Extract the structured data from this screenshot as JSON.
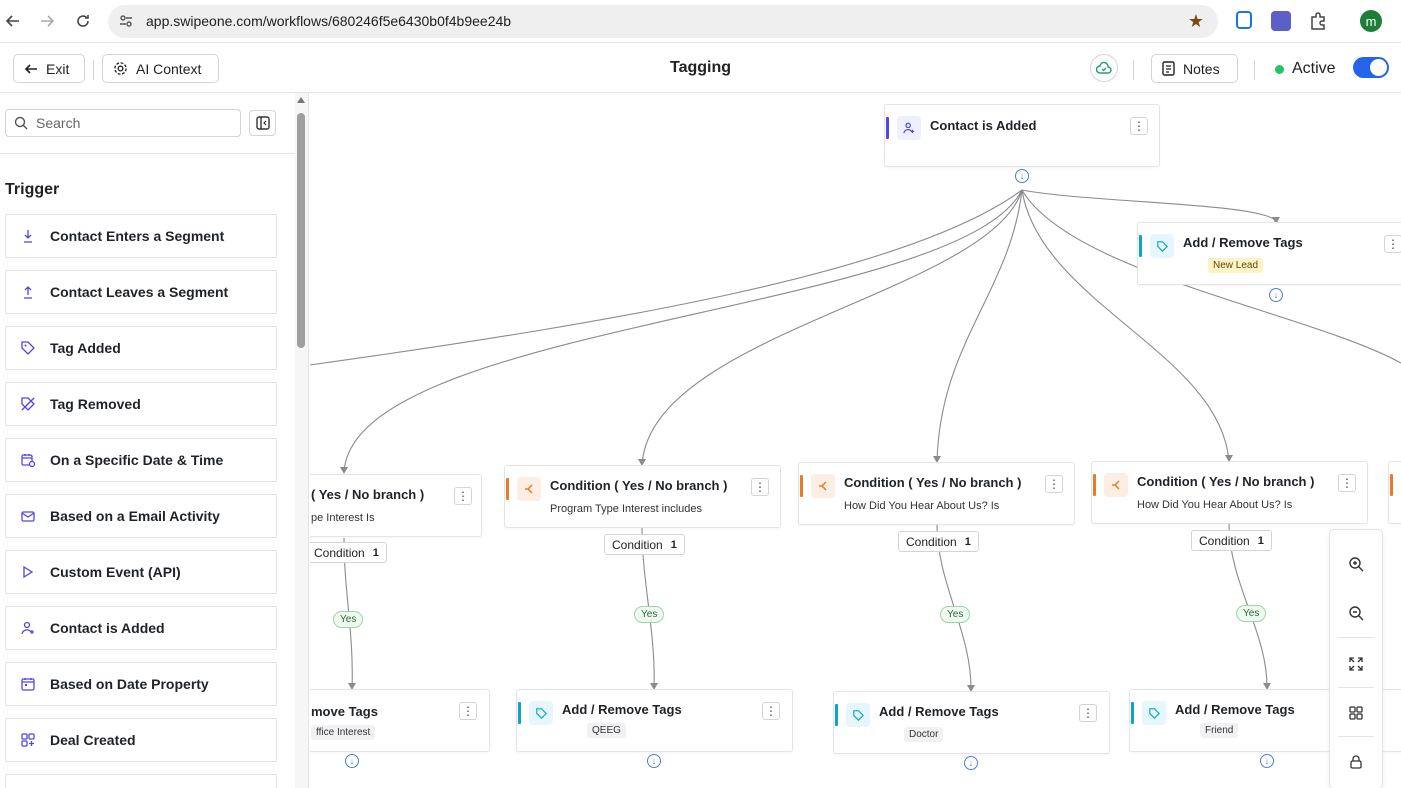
{
  "browser": {
    "url": "app.swipeone.com/workflows/680246f5e6430b0f4b9ee24b",
    "profile_initial": "m"
  },
  "header": {
    "exit_label": "Exit",
    "ai_context_label": "AI Context",
    "title": "Tagging",
    "notes_label": "Notes",
    "status_label": "Active",
    "active_on": true
  },
  "sidebar": {
    "search_placeholder": "Search",
    "section_title": "Trigger",
    "items": [
      {
        "label": "Contact Enters a Segment",
        "icon": "segment-enter-icon"
      },
      {
        "label": "Contact Leaves a Segment",
        "icon": "segment-leave-icon"
      },
      {
        "label": "Tag Added",
        "icon": "tag-icon"
      },
      {
        "label": "Tag Removed",
        "icon": "tag-off-icon"
      },
      {
        "label": "On a Specific Date & Time",
        "icon": "calendar-clock-icon"
      },
      {
        "label": "Based on a Email Activity",
        "icon": "mail-icon"
      },
      {
        "label": "Custom Event (API)",
        "icon": "play-icon"
      },
      {
        "label": "Contact is Added",
        "icon": "user-plus-icon"
      },
      {
        "label": "Based on Date Property",
        "icon": "calendar-icon"
      },
      {
        "label": "Deal Created",
        "icon": "grid-plus-icon"
      }
    ]
  },
  "canvas": {
    "trigger_node": {
      "title": "Contact is Added"
    },
    "top_action": {
      "title": "Add / Remove Tags",
      "tag": "New Lead"
    },
    "conditions": [
      {
        "title": "( Yes / No branch )",
        "subtitle": "pe Interest Is",
        "pill": "Condition",
        "count": "1",
        "yes": "Yes"
      },
      {
        "title": "Condition ( Yes / No branch )",
        "subtitle": "Program Type Interest includes",
        "pill": "Condition",
        "count": "1",
        "yes": "Yes"
      },
      {
        "title": "Condition ( Yes / No branch )",
        "subtitle": "How Did You Hear About Us? Is",
        "pill": "Condition",
        "count": "1",
        "yes": "Yes"
      },
      {
        "title": "Condition ( Yes / No branch )",
        "subtitle": "How Did You Hear About Us? Is",
        "pill": "Condition",
        "count": "1",
        "yes": "Yes"
      }
    ],
    "actions": [
      {
        "title": "move Tags",
        "tag": "ffice Interest"
      },
      {
        "title": "Add / Remove Tags",
        "tag": "QEEG"
      },
      {
        "title": "Add / Remove Tags",
        "tag": "Doctor"
      },
      {
        "title": "Add / Remove Tags",
        "tag": "Friend"
      }
    ]
  },
  "colors": {
    "accent": "#2563eb",
    "trigger_bar": "#4f46e5",
    "action_bar": "#0ea5c4",
    "condition_bar": "#ea7a2a",
    "active_dot": "#22c55e"
  }
}
